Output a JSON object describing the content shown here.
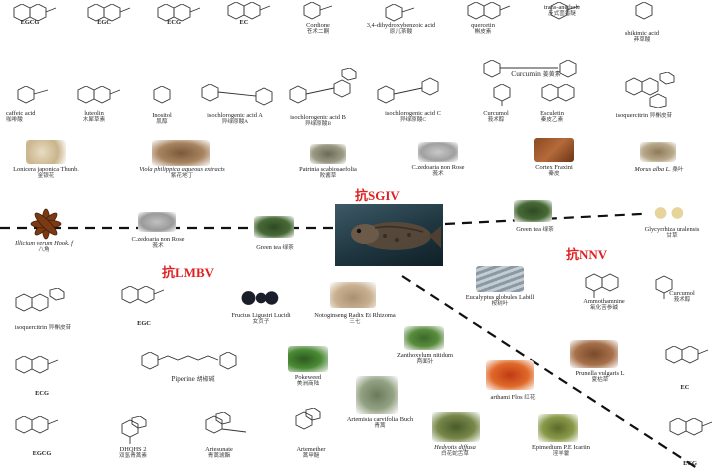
{
  "virus_labels": {
    "sgiv": "抗SGIV",
    "lmbv": "抗LMBV",
    "nnv": "抗NNV"
  },
  "top_compounds": [
    {
      "name": "EGCG",
      "zh": ""
    },
    {
      "name": "EGC",
      "zh": ""
    },
    {
      "name": "ECG",
      "zh": ""
    },
    {
      "name": "EC",
      "zh": ""
    },
    {
      "name": "Cordione",
      "zh": "苍术二酮"
    },
    {
      "name": "3,4-dihydroxybenzoic acid",
      "zh": "原儿茶酸"
    },
    {
      "name": "quercetin",
      "zh": "槲皮素"
    },
    {
      "name": "trans-anethole",
      "zh": "反式茴香醚"
    },
    {
      "name": "shikimic acid",
      "zh": "莽草酸"
    }
  ],
  "second_compounds": [
    {
      "name": "caffeic acid",
      "zh": "咖啡酸"
    },
    {
      "name": "luteolin",
      "zh": "木犀草素"
    },
    {
      "name": "Inositol",
      "zh": "肌醇"
    },
    {
      "name": "isochlorogenic acid A",
      "zh": "异绿原酸A"
    },
    {
      "name": "isochlorogenic acid B",
      "zh": "异绿原酸B"
    },
    {
      "name": "isochlorogenic acid C",
      "zh": "异绿原酸C"
    },
    {
      "name": "Curcumin",
      "zh": "姜黄素"
    },
    {
      "name": "Curcumol",
      "zh": "莪术醇"
    },
    {
      "name": "Esculetin",
      "zh": "秦皮乙素"
    },
    {
      "name": "isoquercitrin",
      "zh": "异槲皮苷"
    }
  ],
  "sgiv_herbs": [
    {
      "name": "Lonicera japonica Thunb.",
      "zh": "金银花"
    },
    {
      "name": "Viola philippica aqueous extracts",
      "zh": "紫花地丁"
    },
    {
      "name": "Patrinia scabiosaefolia",
      "zh": "败酱草"
    },
    {
      "name": "C.zedoaria non Rose",
      "zh": "莪术"
    },
    {
      "name": "Cortex Fraxini",
      "zh": "秦皮"
    },
    {
      "name": "Morus alba L.",
      "zh": "桑叶"
    }
  ],
  "center_row": [
    {
      "name": "Illicium verum Hook. f",
      "zh": "八角"
    },
    {
      "name": "C.zedoaria non Rose",
      "zh": "莪术"
    },
    {
      "name": "Green tea",
      "zh": "绿茶"
    },
    {
      "name": "Green tea",
      "zh": "绿茶"
    },
    {
      "name": "Glycyrrhiza uralensis",
      "zh": "甘草"
    }
  ],
  "lmbv": [
    {
      "name": "isoquercitrin",
      "zh": "异槲皮苷"
    },
    {
      "name": "EGC",
      "zh": ""
    },
    {
      "name": "Fructus Ligustri Lucidi",
      "zh": "女贞子"
    },
    {
      "name": "Notoginseng Radix Et Rhizoma",
      "zh": "三七"
    },
    {
      "name": "ECG",
      "zh": ""
    },
    {
      "name": "Piperine",
      "zh": "胡椒碱"
    },
    {
      "name": "Pokeweed",
      "zh": "美洲商陆"
    },
    {
      "name": "EGCG",
      "zh": ""
    },
    {
      "name": "DHQHS 2",
      "zh": "双氢青蒿素"
    },
    {
      "name": "Artesunate",
      "zh": "青蒿琥酯"
    },
    {
      "name": "Artemether",
      "zh": "蒿甲醚"
    }
  ],
  "middle": [
    {
      "name": "Zanthoxylum nitidum",
      "zh": "两面针"
    },
    {
      "name": "Artemisia carvifolia Buch",
      "zh": "青蒿"
    },
    {
      "name": "arthami Flos",
      "zh": "红花"
    },
    {
      "name": "Hedyotis diffusa",
      "zh": "白花蛇舌草"
    },
    {
      "name": "Epimedium P.E Icariin",
      "zh": "淫羊藿"
    }
  ],
  "nnv": [
    {
      "name": "Eucalyptus globules Labill",
      "zh": "桉树叶"
    },
    {
      "name": "Ammothamnine",
      "zh": "氧化苦参碱"
    },
    {
      "name": "Curcumol",
      "zh": "莪术醇"
    },
    {
      "name": "Prunella vulgaris L",
      "zh": "夏枯草"
    },
    {
      "name": "EC",
      "zh": ""
    },
    {
      "name": "ECG",
      "zh": ""
    }
  ]
}
